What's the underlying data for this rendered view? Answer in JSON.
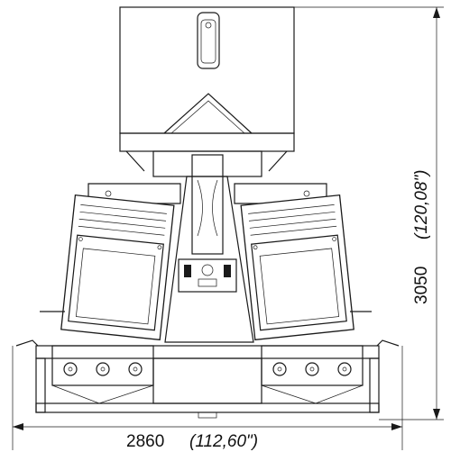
{
  "dimensions": {
    "width": {
      "value": "2860",
      "imperial": "(112,60\")"
    },
    "height": {
      "value": "3050",
      "imperial": "(120,08\")"
    }
  },
  "colors": {
    "line": "#1a1a1a",
    "background": "#ffffff"
  }
}
